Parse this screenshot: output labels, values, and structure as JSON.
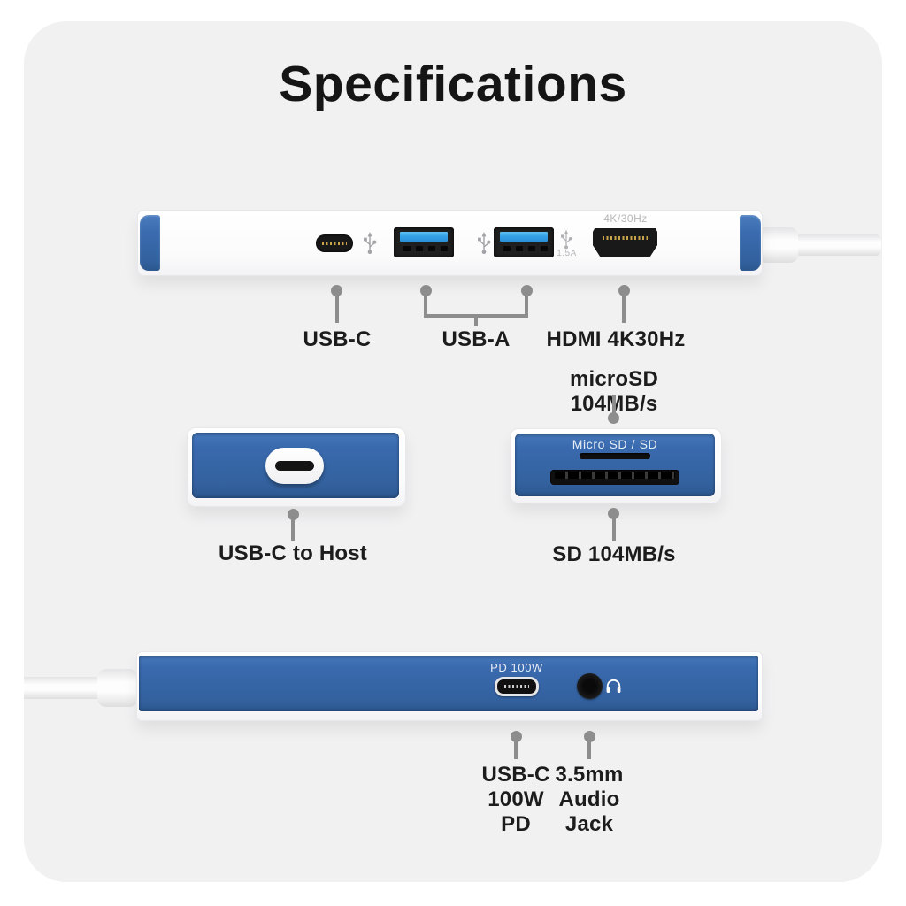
{
  "title": "Specifications",
  "colors": {
    "card_bg": "#f1f1f2",
    "accent_blue": "#3a6aae",
    "usb_a_tongue_blue": "#35a2e8",
    "pointer_gray": "#8d8d8d",
    "label_text": "#1c1c1c"
  },
  "top_view": {
    "hdmi_overlay_label": "4K/30Hz",
    "usb_current_label": "1.5A",
    "callouts": {
      "usb_c": "USB-C",
      "usb_a": "USB-A",
      "hdmi": "HDMI 4K30Hz"
    }
  },
  "card_reader_view": {
    "micro_sd_callout": "microSD 104MB/s",
    "slot_overlay_label": "Micro SD / SD",
    "sd_callout": "SD 104MB/s"
  },
  "host_view": {
    "callout": "USB-C to Host"
  },
  "back_view": {
    "pd_overlay_label": "PD 100W",
    "pd_callout_lines": [
      "USB-C",
      "100W",
      "PD"
    ],
    "audio_callout_lines": [
      "3.5mm",
      "Audio",
      "Jack"
    ]
  }
}
